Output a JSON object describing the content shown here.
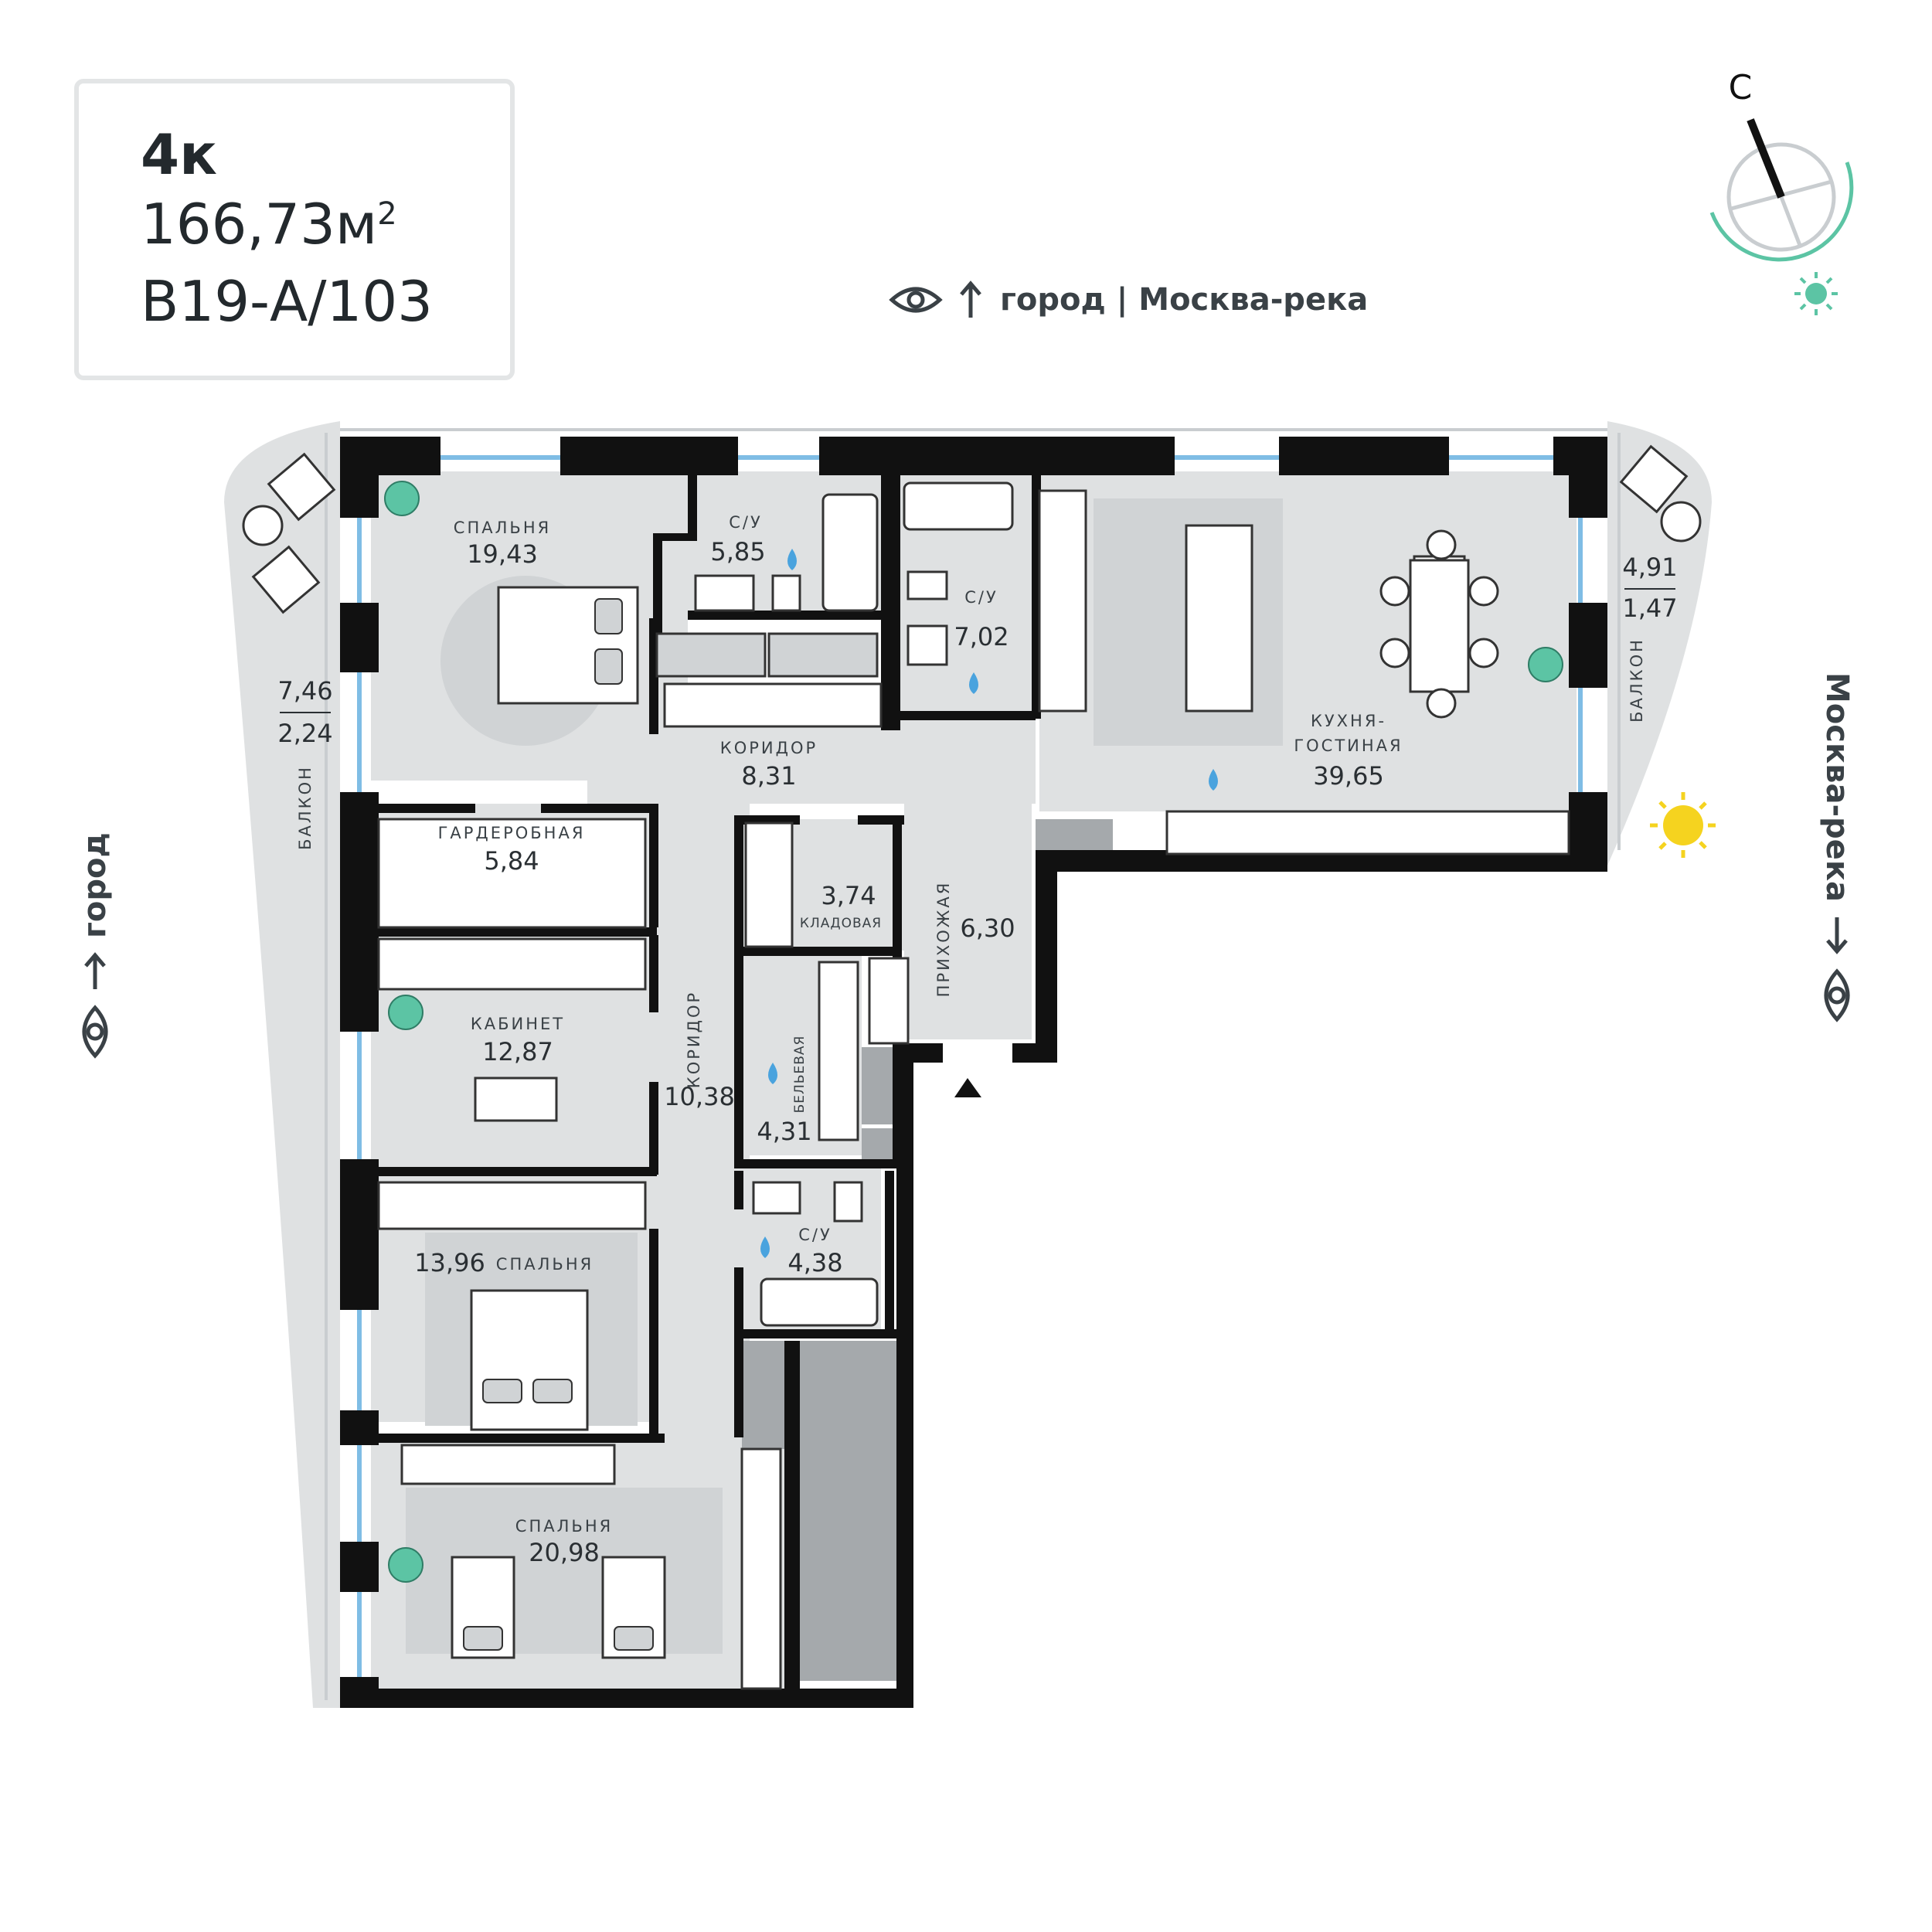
{
  "info": {
    "rooms_type": "4к",
    "total_area": "166,73м",
    "area_unit_sup": "2",
    "unit_code": "В19-А/103"
  },
  "views": {
    "top": "город | Москва-река",
    "left": "город",
    "right": "Москва-река"
  },
  "compass": {
    "north_label": "С"
  },
  "rooms": {
    "bedroom1": {
      "name": "СПАЛЬНЯ",
      "area": "19,43"
    },
    "bath1": {
      "name": "С/У",
      "area": "5,85"
    },
    "bath2": {
      "name": "С/У",
      "area": "7,02"
    },
    "kitchen": {
      "name1": "КУХНЯ-",
      "name2": "ГОСТИНАЯ",
      "area": "39,65"
    },
    "corridor1": {
      "name": "КОРИДОР",
      "area": "8,31"
    },
    "wardrobe": {
      "name": "ГАРДЕРОБНАЯ",
      "area": "5,84"
    },
    "pantry": {
      "name": "КЛАДОВАЯ",
      "area": "3,74"
    },
    "hall": {
      "name": "ПРИХОЖАЯ",
      "area": "6,30"
    },
    "office": {
      "name": "КАБИНЕТ",
      "area": "12,87"
    },
    "corridor2": {
      "name": "КОРИДОР",
      "area": "10,38"
    },
    "linen": {
      "name": "БЕЛЬЕВАЯ",
      "area": "4,31"
    },
    "bath3": {
      "name": "С/У",
      "area": "4,38"
    },
    "bedroom2": {
      "name": "СПАЛЬНЯ",
      "area": "13,96"
    },
    "bedroom3": {
      "name": "СПАЛЬНЯ",
      "area": "20,98"
    },
    "balcony_left": {
      "name": "БАЛКОН",
      "area1": "7,46",
      "area2": "2,24"
    },
    "balcony_right": {
      "name": "БАЛКОН",
      "area1": "4,91",
      "area2": "1,47"
    }
  },
  "colors": {
    "wall": "#111111",
    "floor": "#dfe1e2",
    "window": "#7fbde5",
    "accent": "#5cc4a4",
    "sun": "#f5d31f",
    "text": "#2a2f33"
  },
  "icons": [
    "eye-icon",
    "arrow-up-icon",
    "arrow-down-icon",
    "compass-icon",
    "sun-icon",
    "plant-icon",
    "water-drop-icon",
    "entrance-arrow-icon"
  ]
}
